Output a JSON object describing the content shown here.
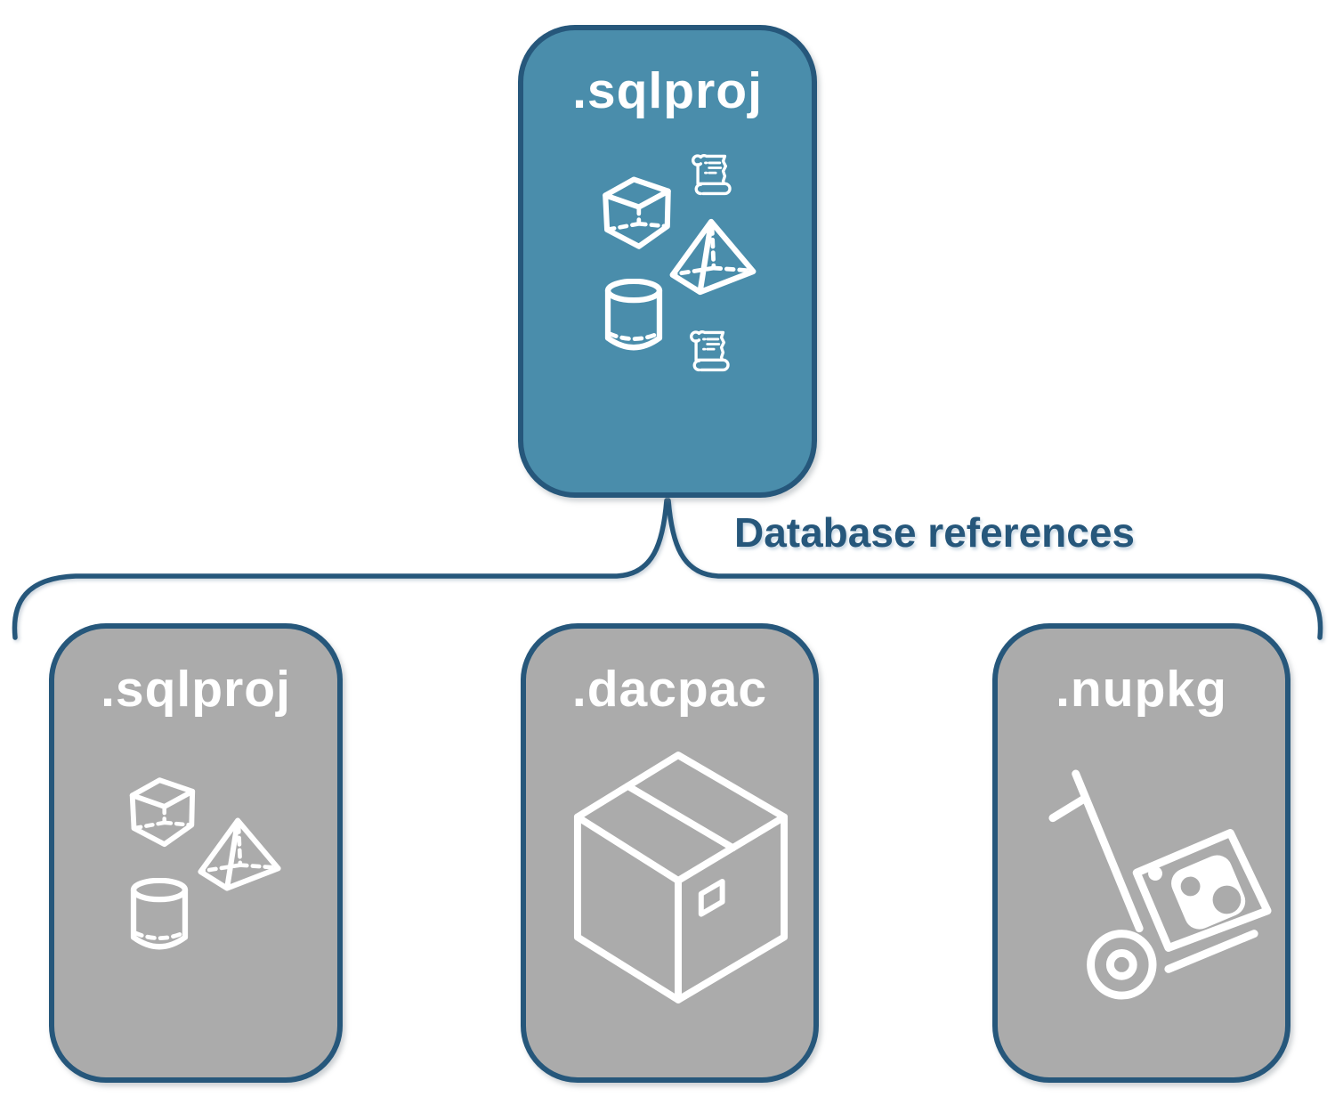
{
  "diagram": {
    "root": {
      "label": ".sqlproj",
      "icons": [
        "scroll-icon",
        "cube-icon",
        "pyramid-icon",
        "cylinder-icon",
        "scroll-icon"
      ]
    },
    "connector": {
      "label": "Database references"
    },
    "children": [
      {
        "label": ".sqlproj",
        "icons": [
          "cube-icon",
          "pyramid-icon",
          "cylinder-icon"
        ]
      },
      {
        "label": ".dacpac",
        "icons": [
          "package-box-icon"
        ]
      },
      {
        "label": ".nupkg",
        "icons": [
          "hand-truck-icon",
          "nuget-logo-icon"
        ]
      }
    ]
  },
  "colors": {
    "root_fill": "#4A8DAB",
    "child_fill": "#ABABAB",
    "line": "#26577B",
    "icon": "#FFFFFF",
    "background": "#FFFFFF"
  }
}
